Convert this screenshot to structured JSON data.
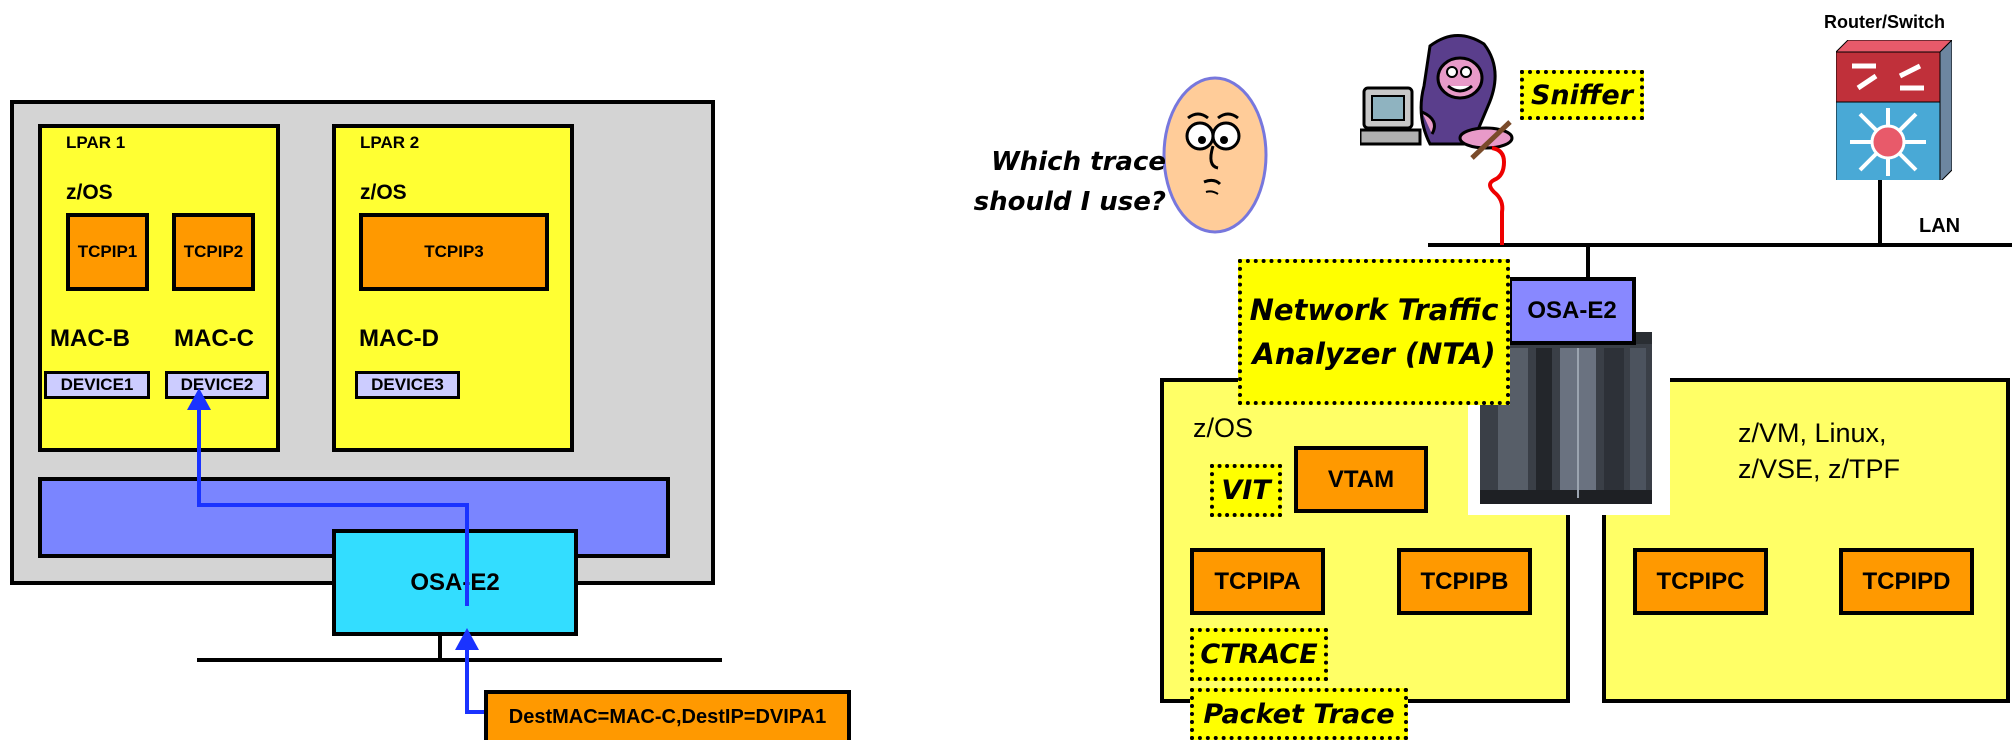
{
  "left": {
    "lpar1": {
      "label": "LPAR 1",
      "os": "z/OS",
      "stacks": [
        "TCPIP1",
        "TCPIP2"
      ],
      "macs": [
        "MAC-B",
        "MAC-C"
      ],
      "devices": [
        "DEVICE1",
        "DEVICE2"
      ]
    },
    "lpar2": {
      "label": "LPAR 2",
      "os": "z/OS",
      "stack": "TCPIP3",
      "mac": "MAC-D",
      "device": "DEVICE3"
    },
    "osa": "OSA-E2",
    "packet": "DestMAC=MAC-C,DestIP=DVIPA1"
  },
  "right": {
    "question": "Which trace should I use?",
    "sniffer": "Sniffer",
    "router": "Router/Switch",
    "lan": "LAN",
    "osa": "OSA-E2",
    "nta": "Network Traffic Analyzer (NTA)",
    "zos": {
      "label": "z/OS",
      "vit": "VIT",
      "vtam": "VTAM",
      "stacks": [
        "TCPIPA",
        "TCPIPB"
      ],
      "ctrace": "CTRACE",
      "packet_trace": "Packet Trace"
    },
    "others": {
      "label_line1": "z/VM, Linux,",
      "label_line2": "z/VSE, z/TPF",
      "stacks": [
        "TCPIPC",
        "TCPIPD"
      ]
    }
  },
  "colors": {
    "lpar": "#ffff33",
    "stack": "#ff9900",
    "device": "#ccccff",
    "osa_left": "#33ddff",
    "bus": "#7a85ff",
    "osa_right": "#8888ff",
    "frame": "#d4d4d4",
    "link": "#1a33ff",
    "sniffer_cable": "#ee0000"
  }
}
